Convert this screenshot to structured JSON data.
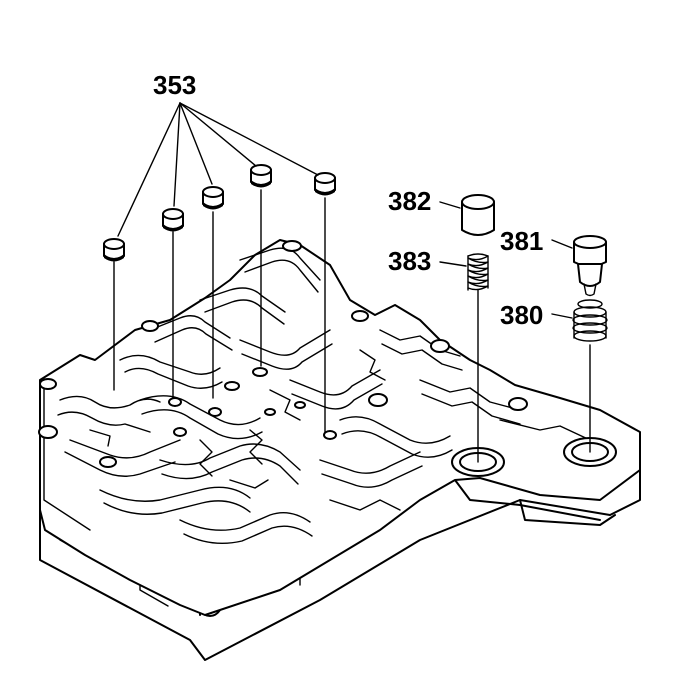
{
  "callouts": {
    "check_balls": "353",
    "upper_valve": "382",
    "upper_spring": "383",
    "lower_valve": "381",
    "lower_spring": "380"
  }
}
